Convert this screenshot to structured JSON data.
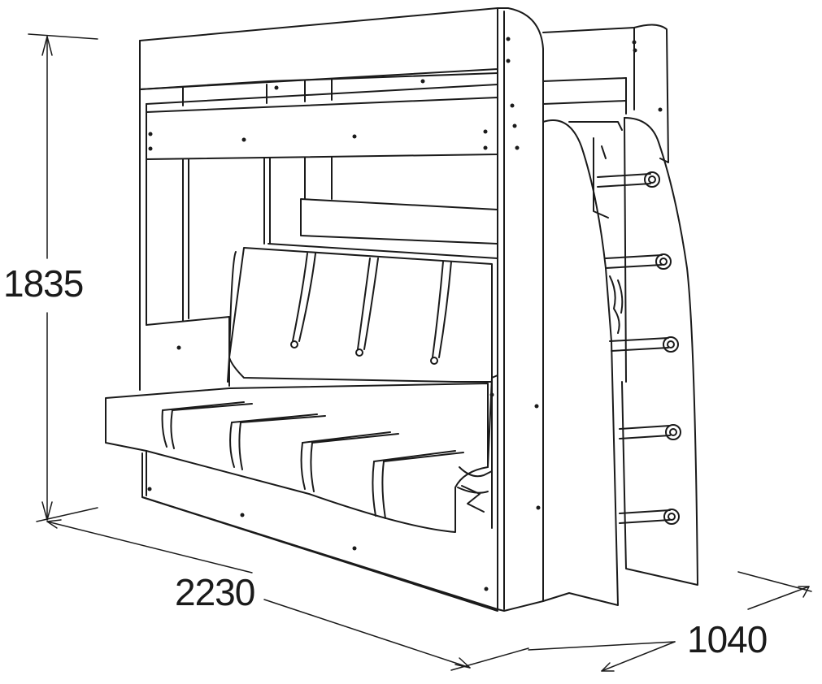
{
  "dimensions": {
    "height": "1835",
    "length": "2230",
    "depth": "1040"
  },
  "colors": {
    "line": "#1a1a1a",
    "background": "#ffffff"
  }
}
